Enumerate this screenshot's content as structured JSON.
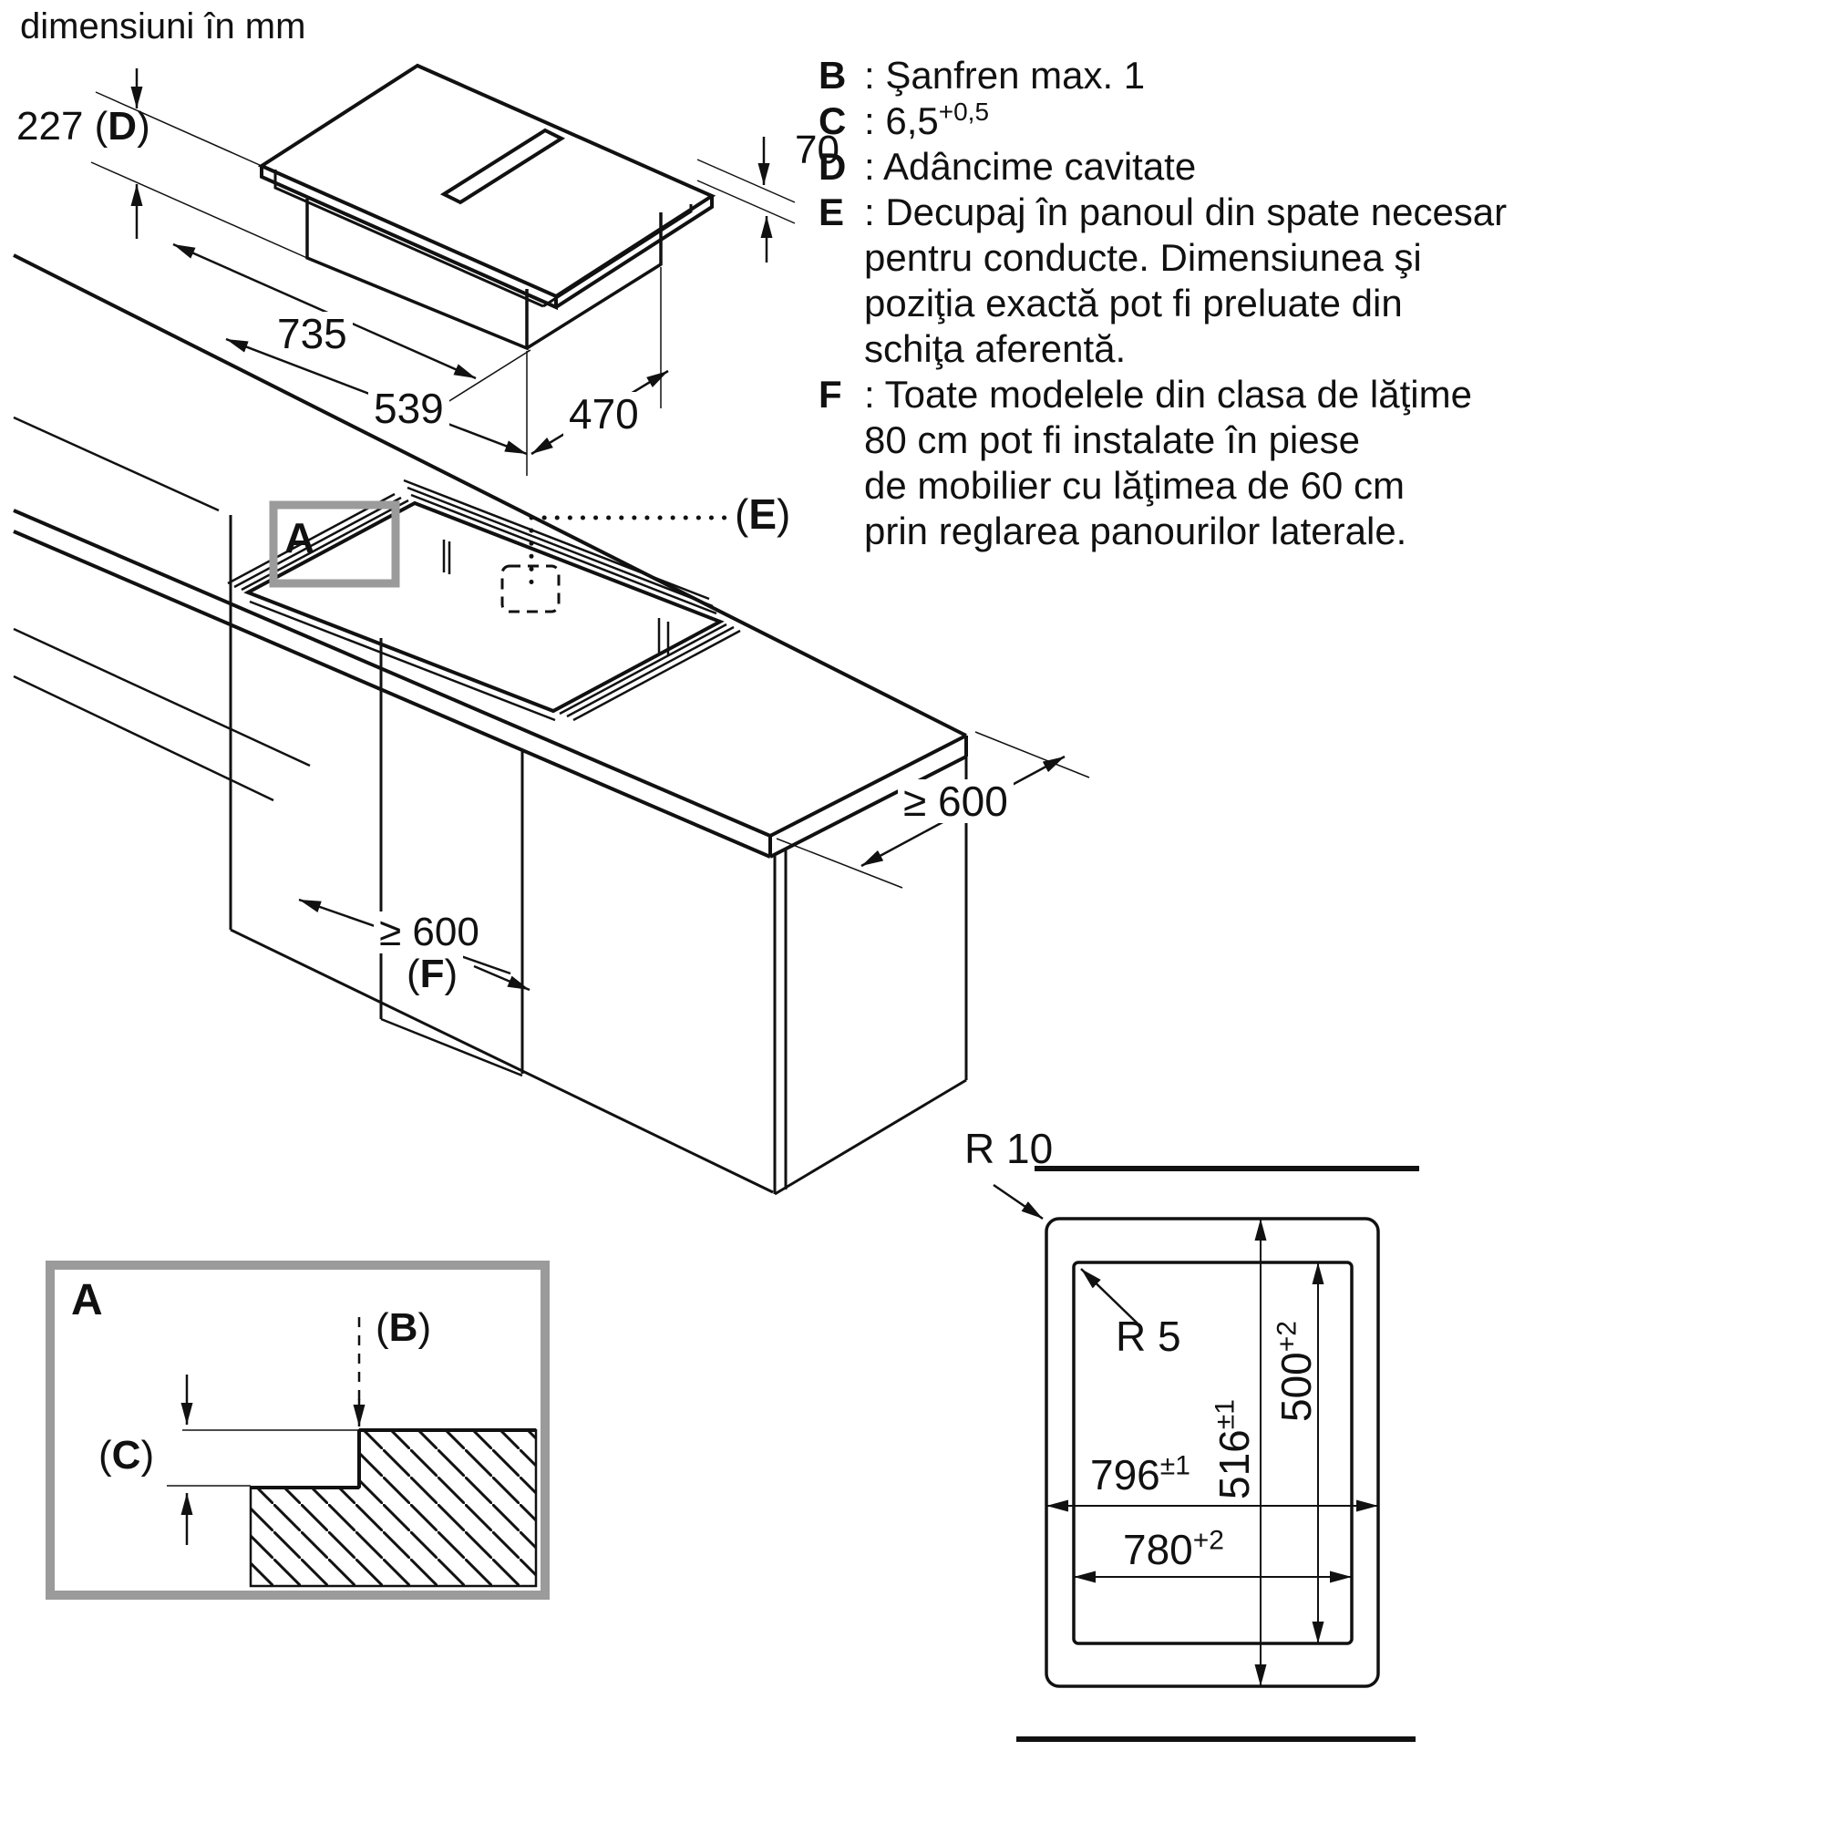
{
  "title": "dimensiuni în mm",
  "notes": {
    "sep": ":",
    "lines": [
      {
        "k": "B",
        "t": "Şanfren max. 1"
      },
      {
        "k": "C",
        "t": "6,5",
        "sup": "+0,5"
      },
      {
        "k": "D",
        "t": "Adâncime cavitate"
      },
      {
        "k": "E",
        "t": "Decupaj în panoul din spate necesar"
      },
      {
        "t": "pentru conducte. Dimensiunea şi"
      },
      {
        "t": "poziţia exactă pot fi preluate din"
      },
      {
        "t": "schiţa aferentă."
      },
      {
        "k": "F",
        "t": "Toate modelele din clasa de lăţime"
      },
      {
        "t": "80 cm pot fi instalate în piese"
      },
      {
        "t": "de mobilier cu lăţimea de 60 cm"
      },
      {
        "t": "prin reglarea panourilor laterale."
      }
    ]
  },
  "hob": {
    "d227": {
      "pre": "227 (",
      "letter": "D",
      "post": ")"
    },
    "d70": "70",
    "d735": "735",
    "d539": "539",
    "d470": "470"
  },
  "counter": {
    "labelA": "A",
    "labelE": {
      "pre": "(",
      "letter": "E",
      "post": ")"
    },
    "d600_right": "≥ 600",
    "d600_f": "≥ 600",
    "labelF": {
      "pre": "(",
      "letter": "F",
      "post": ")"
    }
  },
  "detail": {
    "labelA": "A",
    "labelB": {
      "pre": "(",
      "letter": "B",
      "post": ")"
    },
    "labelC": {
      "pre": "(",
      "letter": "C",
      "post": ")"
    }
  },
  "plan": {
    "r10": "R 10",
    "r5": "R 5",
    "d516": {
      "base": "516",
      "sup": "±1"
    },
    "d500": {
      "base": "500",
      "sup": "+2"
    },
    "d796": {
      "base": "796",
      "sup": "±1"
    },
    "d780": {
      "base": "780",
      "sup": "+2"
    }
  },
  "colors": {
    "line": "#111111",
    "gray": "#9b9b9b"
  }
}
